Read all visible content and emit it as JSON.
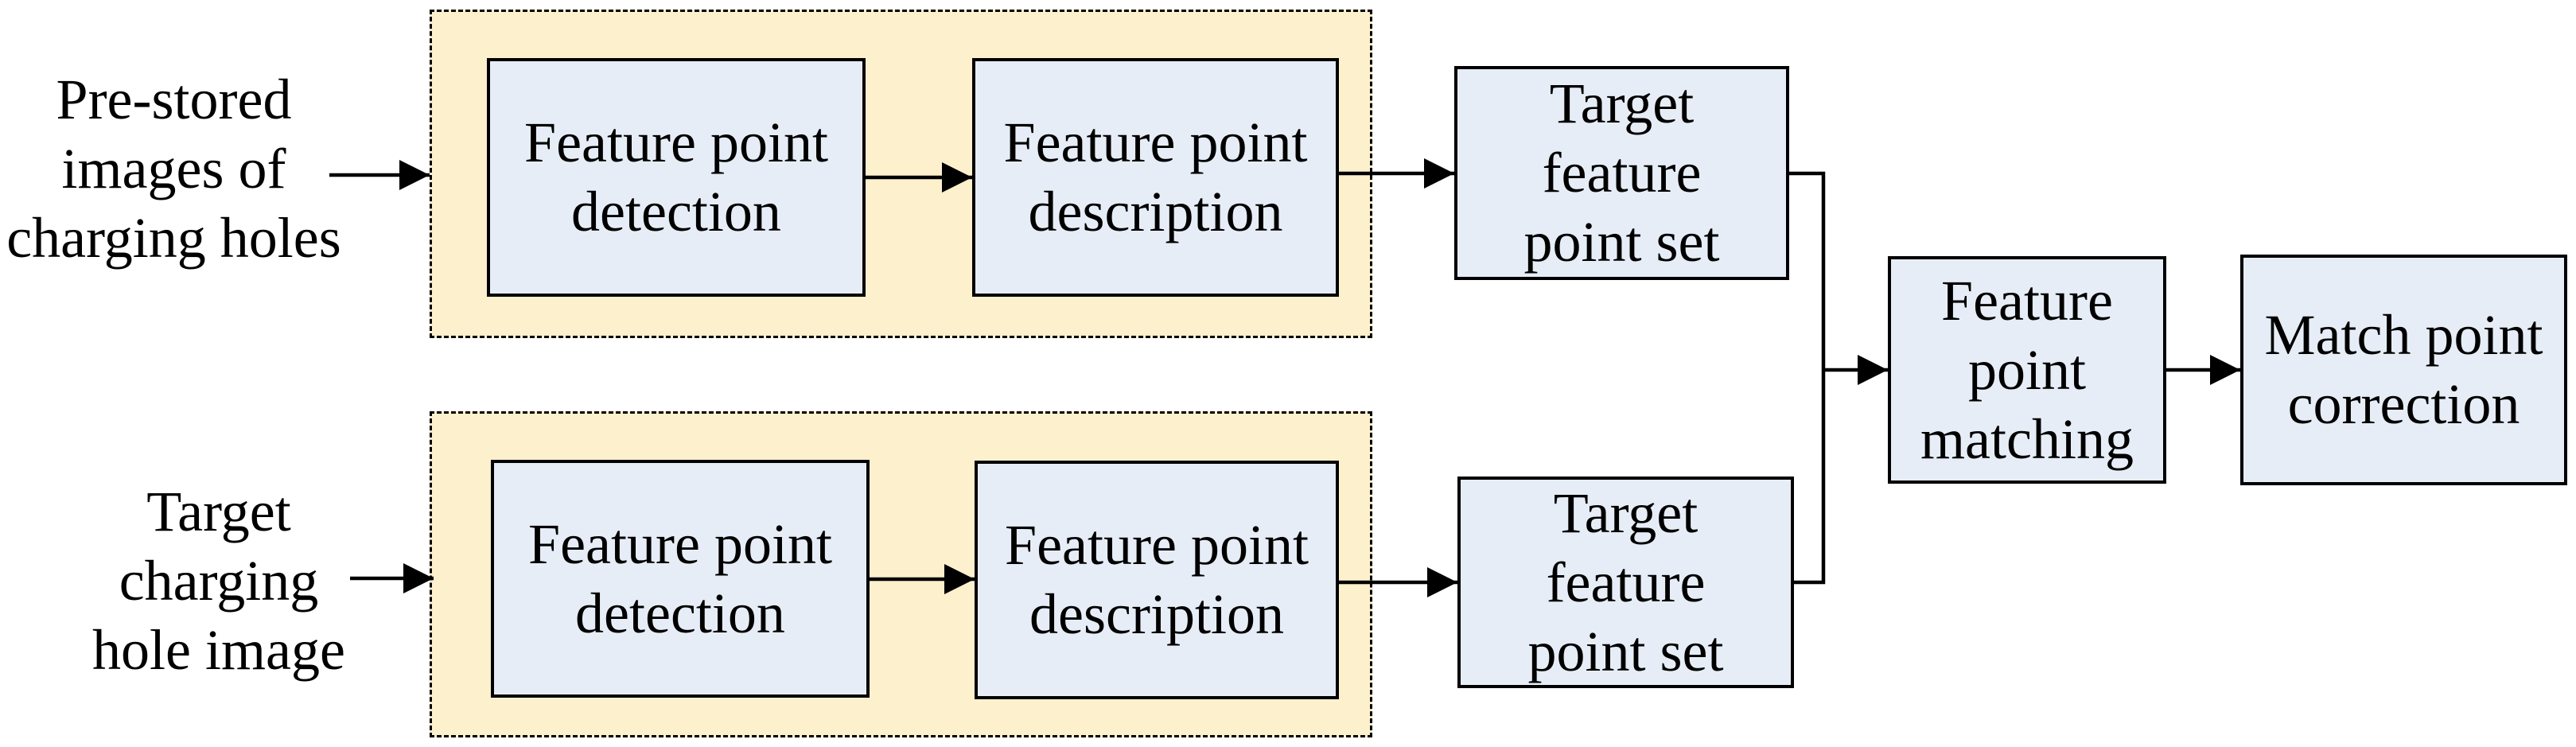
{
  "title": "Feature point matching pipeline diagram",
  "colors": {
    "container_fill": "#FDF0CD",
    "node_fill": "#E7EDF6",
    "line_color": "#000000",
    "background": "#FFFFFF"
  },
  "nodes": {
    "label_prestored": {
      "lines": [
        "Pre-stored",
        "images of",
        "charging holes"
      ]
    },
    "label_target_image": {
      "lines": [
        "Target",
        "charging",
        "hole image"
      ]
    },
    "detection_top": {
      "lines": [
        "Feature point",
        "detection"
      ]
    },
    "description_top": {
      "lines": [
        "Feature point",
        "description"
      ]
    },
    "point_set_top": {
      "lines": [
        "Target",
        "feature",
        "point set"
      ]
    },
    "detection_bottom": {
      "lines": [
        "Feature point",
        "detection"
      ]
    },
    "description_bottom": {
      "lines": [
        "Feature point",
        "description"
      ]
    },
    "point_set_bottom": {
      "lines": [
        "Target",
        "feature",
        "point set"
      ]
    },
    "matching": {
      "lines": [
        "Feature",
        "point",
        "matching"
      ]
    },
    "correction": {
      "lines": [
        "Match point",
        "correction"
      ]
    }
  },
  "edges": [
    {
      "from": "label_prestored",
      "to": "detection_top"
    },
    {
      "from": "detection_top",
      "to": "description_top"
    },
    {
      "from": "description_top",
      "to": "point_set_top"
    },
    {
      "from": "label_target_image",
      "to": "detection_bottom"
    },
    {
      "from": "detection_bottom",
      "to": "description_bottom"
    },
    {
      "from": "description_bottom",
      "to": "point_set_bottom"
    },
    {
      "from": "point_set_top",
      "to": "matching"
    },
    {
      "from": "point_set_bottom",
      "to": "matching"
    },
    {
      "from": "matching",
      "to": "correction"
    }
  ]
}
